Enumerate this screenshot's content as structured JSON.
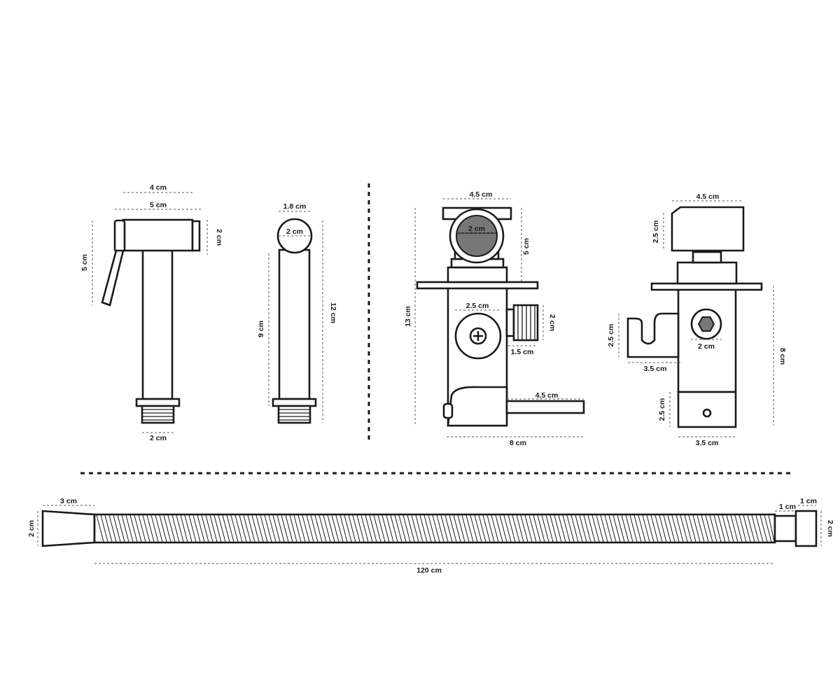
{
  "sprayer_front": {
    "handle_width": "4 cm",
    "total_width": "5 cm",
    "head_height": "2 cm",
    "lever_height": "5 cm",
    "connector_width": "2 cm"
  },
  "sprayer_side": {
    "head_width": "1.8 cm",
    "head_diameter": "2 cm",
    "body_height": "9 cm",
    "total_height": "12 cm"
  },
  "valve_front": {
    "knob_width": "4.5 cm",
    "knob_diameter": "2 cm",
    "knob_height": "5 cm",
    "total_height": "13 cm",
    "screw_width": "2.5 cm",
    "outlet_height": "2 cm",
    "outlet_length": "1.5 cm",
    "pipe_length": "4.5 cm",
    "base_width": "8 cm"
  },
  "valve_side": {
    "knob_width": "4.5 cm",
    "knob_height": "2.5 cm",
    "holder_height": "2.5 cm",
    "holder_width": "3.5 cm",
    "hex_width": "2 cm",
    "body_height": "8 cm",
    "foot_height": "2.5 cm",
    "foot_width": "3.5 cm"
  },
  "hose": {
    "left_nut_width": "3 cm",
    "left_nut_height": "2 cm",
    "length": "120 cm",
    "right_collar_width": "1 cm",
    "right_nut_width": "1 cm",
    "right_nut_height": "2 cm"
  }
}
